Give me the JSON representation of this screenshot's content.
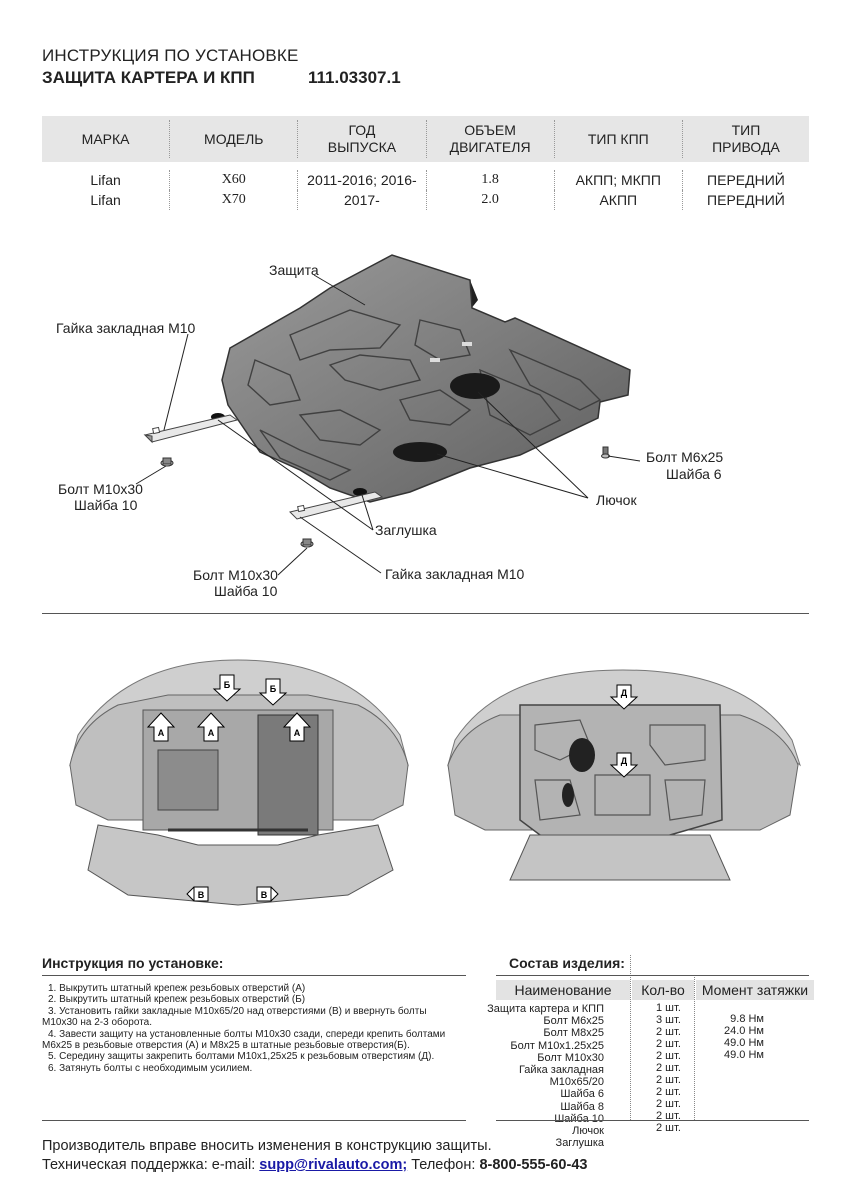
{
  "header": {
    "line1": "ИНСТРУКЦИЯ ПО УСТАНОВКЕ",
    "line2": "ЗАЩИТА КАРТЕРА И КПП",
    "article": "111.03307.1"
  },
  "spec_table": {
    "headers": [
      [
        "МАРКА"
      ],
      [
        "МОДЕЛЬ"
      ],
      [
        "ГОД",
        "ВЫПУСКА"
      ],
      [
        "ОБЪЕМ",
        "ДВИГАТЕЛЯ"
      ],
      [
        "ТИП КПП"
      ],
      [
        "ТИП",
        "ПРИВОДА"
      ]
    ],
    "rows": [
      [
        "Lifan",
        "X60",
        "2011-2016; 2016-",
        "1.8",
        "АКПП; МКПП",
        "ПЕРЕДНИЙ"
      ],
      [
        "Lifan",
        "X70",
        "2017-",
        "2.0",
        "АКПП",
        "ПЕРЕДНИЙ"
      ]
    ]
  },
  "diagram": {
    "labels": {
      "shield": "Защита",
      "nut_top": "Гайка закладная М10",
      "bolt_m6": "Болт М6х25",
      "washer6": "Шайба 6",
      "bolt_m10_a": "Болт М10х30",
      "washer10_a": "Шайба 10",
      "hatch": "Лючок",
      "plug": "Заглушка",
      "bolt_m10_b": "Болт М10х30",
      "washer10_b": "Шайба 10",
      "nut_bottom": "Гайка закладная М10"
    }
  },
  "photo_markers": {
    "a": "А",
    "b": "Б",
    "v": "В",
    "d": "Д"
  },
  "instructions": {
    "title": "Инструкция по установке:",
    "lines": [
      "1. Выкрутить штатный крепеж резьбовых отверстий (А)",
      "2. Выкрутить штатный крепеж резьбовых отверстий (Б)",
      "3. Установить гайки закладные М10х65/20 над отверстиями (В) и ввернуть болты",
      "М10х30 на 2-3 оборота.",
      "4. Завести защиту на установленные болты М10х30 сзади, спереди крепить болтами",
      "М6х25 в резьбовые отверстия (А) и М8х25 в штатные резьбовые отверстия(Б).",
      "5. Середину защиты закрепить болтами М10х1,25х25 к резьбовым отверстиям (Д).",
      "6. Затянуть болты с необходимым усилием."
    ]
  },
  "composition": {
    "title": "Состав изделия:",
    "col_name": "Наименование",
    "col_qty": "Кол-во",
    "col_torque": "Момент затяжки",
    "items": [
      {
        "name": "Защита картера и КПП",
        "qty": "1 шт.",
        "torque": ""
      },
      {
        "name": "Болт М6х25",
        "qty": "3 шт.",
        "torque": "9.8 Нм"
      },
      {
        "name": "Болт М8х25",
        "qty": "2 шт.",
        "torque": "24.0 Нм"
      },
      {
        "name": "Болт М10х1.25х25",
        "qty": "2 шт.",
        "torque": "49.0 Нм"
      },
      {
        "name": "Болт М10х30",
        "qty": "2 шт.",
        "torque": "49.0 Нм"
      },
      {
        "name": "Гайка закладная М10х65/20",
        "qty": "2 шт.",
        "torque": ""
      },
      {
        "name": "Шайба 6",
        "qty": "2 шт.",
        "torque": ""
      },
      {
        "name": "Шайба 8",
        "qty": "2 шт.",
        "torque": ""
      },
      {
        "name": "Шайба 10",
        "qty": "2 шт.",
        "torque": ""
      },
      {
        "name": "Лючок",
        "qty": "2 шт.",
        "torque": ""
      },
      {
        "name": "Заглушка",
        "qty": "2 шт.",
        "torque": ""
      }
    ]
  },
  "footer": {
    "notice": "Производитель вправе вносить изменения в конструкцию защиты.",
    "support_prefix": "Техническая поддержка:  e-mail: ",
    "email": "supp@rivalauto.com;",
    "phone_prefix": " Телефон: ",
    "phone": "8-800-555-60-43"
  }
}
